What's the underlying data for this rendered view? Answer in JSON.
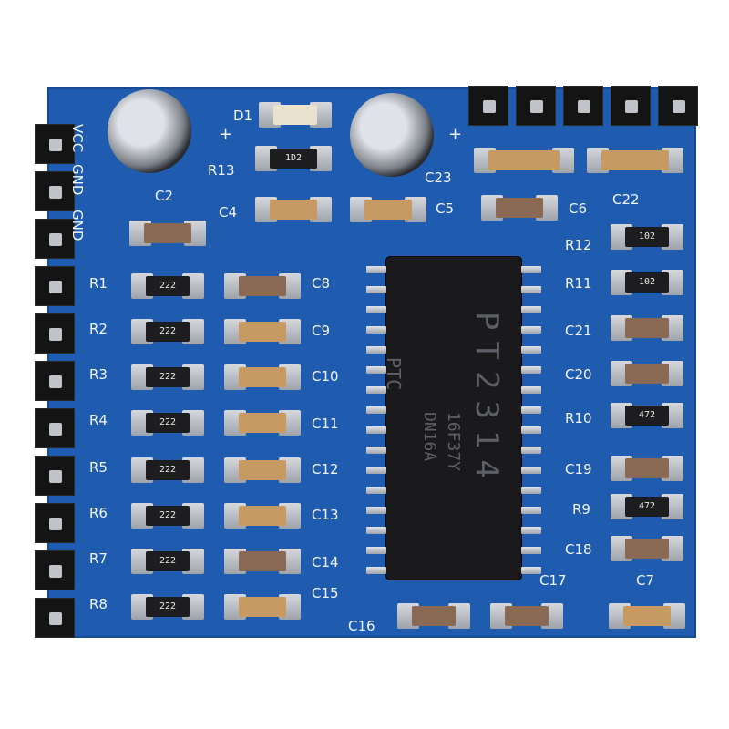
{
  "image": {
    "description_colors": {
      "pcb": "#1f5cb0",
      "silkscreen": "#f2f5fb",
      "chip": "#1a1a1c"
    }
  },
  "board": {
    "header_labels": [
      "VCC",
      "GND",
      "GND"
    ],
    "left_resistors": [
      {
        "ref": "R1",
        "marking": "222"
      },
      {
        "ref": "R2",
        "marking": "222"
      },
      {
        "ref": "R3",
        "marking": "222"
      },
      {
        "ref": "R4",
        "marking": "222"
      },
      {
        "ref": "R5",
        "marking": "222"
      },
      {
        "ref": "R6",
        "marking": "222"
      },
      {
        "ref": "R7",
        "marking": "222"
      },
      {
        "ref": "R8",
        "marking": "222"
      }
    ],
    "left_caps": [
      "C8",
      "C9",
      "C10",
      "C11",
      "C12",
      "C13",
      "C14",
      "C15"
    ],
    "top": {
      "d1": "D1",
      "r13": "R13",
      "r13_marking": "1D2",
      "c2": "C2",
      "c4": "C4",
      "c5": "C5",
      "c23": "C23",
      "c6": "C6",
      "c22": "C22",
      "plus1": "+",
      "plus2": "+"
    },
    "right_parts": [
      {
        "ref": "R12",
        "marking": "102"
      },
      {
        "ref": "R11",
        "marking": "102"
      },
      {
        "ref": "C21",
        "marking": ""
      },
      {
        "ref": "C20",
        "marking": ""
      },
      {
        "ref": "R10",
        "marking": "472"
      },
      {
        "ref": "C19",
        "marking": ""
      },
      {
        "ref": "R9",
        "marking": "472"
      },
      {
        "ref": "C18",
        "marking": ""
      }
    ],
    "bottom": {
      "c16": "C16",
      "c17": "C17",
      "c7": "C7"
    },
    "chip": {
      "logo": "PTC",
      "part": "PT2314",
      "line2": "16F37Y",
      "line3": "DN16A"
    }
  }
}
